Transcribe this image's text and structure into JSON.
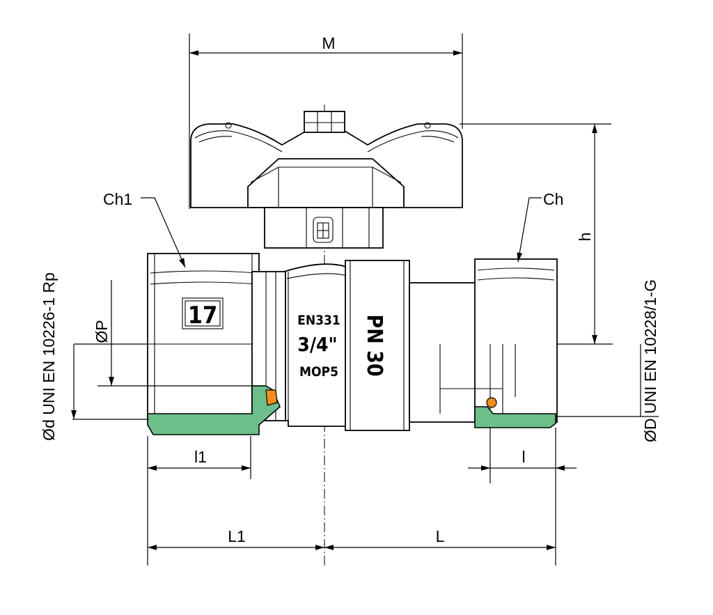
{
  "labels": {
    "M": "M",
    "h": "h",
    "ch1": "Ch1",
    "ch": "Ch",
    "dP": "ØP",
    "dd": "Ød UNI EN 10226-1 Rp",
    "dD": "ØD UNI EN 10228/1-G",
    "l1": "l1",
    "l": "l",
    "L1": "L1",
    "L": "L"
  },
  "stamps": {
    "hex_size": "17",
    "standard": "EN331",
    "size": "3/4\"",
    "mop": "MOP5",
    "pn": "PN 30"
  },
  "colors": {
    "thread_seal": "#6cbf8a",
    "orange_part": "#f28c1a",
    "line": "#000000"
  }
}
